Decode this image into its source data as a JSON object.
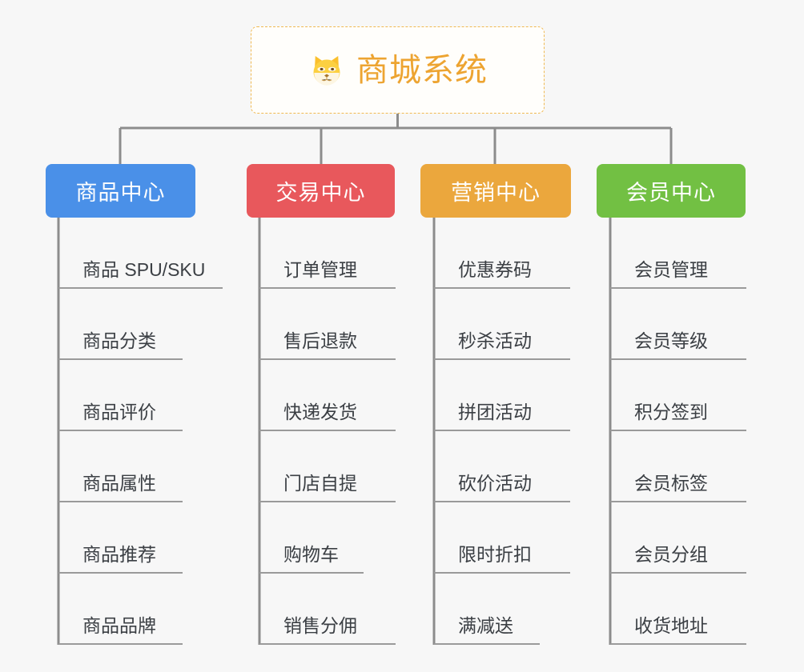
{
  "diagram": {
    "type": "tree",
    "background_color": "#f7f7f7",
    "connector_color": "#8c8c8c",
    "root": {
      "title": "商城系统",
      "icon": "shiba-dog-face-icon",
      "text_color": "#eda431",
      "border_color": "#f0b952",
      "background_color": "#fffefb",
      "border_style": "dashed"
    },
    "branches": [
      {
        "label": "商品中心",
        "color": "#4a90e8",
        "items": [
          "商品 SPU/SKU",
          "商品分类",
          "商品评价",
          "商品属性",
          "商品推荐",
          "商品品牌"
        ]
      },
      {
        "label": "交易中心",
        "color": "#e8585c",
        "items": [
          "订单管理",
          "售后退款",
          "快递发货",
          "门店自提",
          "购物车",
          "销售分佣"
        ]
      },
      {
        "label": "营销中心",
        "color": "#eba73d",
        "items": [
          "优惠券码",
          "秒杀活动",
          "拼团活动",
          "砍价活动",
          "限时折扣",
          "满减送"
        ]
      },
      {
        "label": "会员中心",
        "color": "#72c043",
        "items": [
          "会员管理",
          "会员等级",
          "积分签到",
          "会员标签",
          "会员分组",
          "收货地址"
        ]
      }
    ]
  }
}
